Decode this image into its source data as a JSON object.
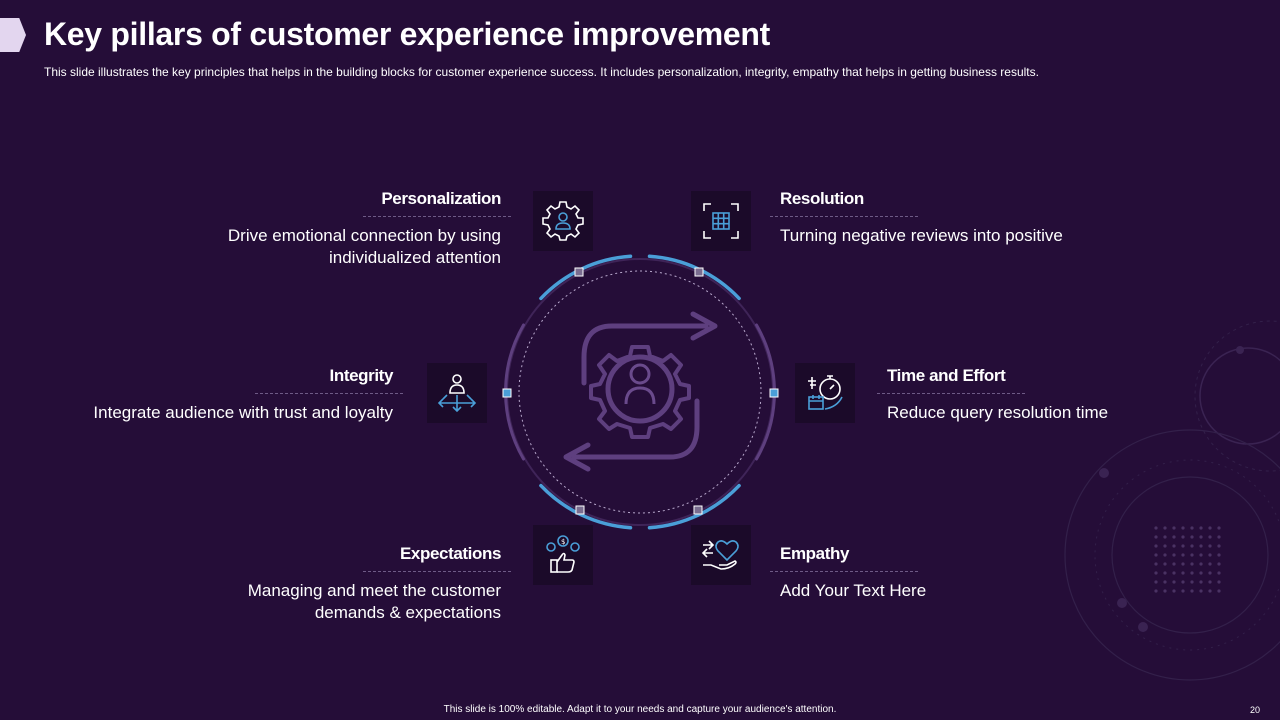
{
  "header": {
    "title": "Key pillars of customer experience improvement",
    "subtitle": "This slide illustrates the key principles that helps in the building blocks for customer experience success. It includes personalization, integrity, empathy that helps in getting business results."
  },
  "pillars": [
    {
      "id": "personalization",
      "title": "Personalization",
      "description": "Drive emotional connection by using individualized attention",
      "icon": "gear-user-icon"
    },
    {
      "id": "resolution",
      "title": "Resolution",
      "description": "Turning negative reviews into positive",
      "icon": "scan-grid-icon"
    },
    {
      "id": "integrity",
      "title": "Integrity",
      "description": "Integrate audience with trust and loyalty",
      "icon": "person-arrows-icon"
    },
    {
      "id": "time-effort",
      "title": "Time and Effort",
      "description": "Reduce query resolution time",
      "icon": "stopwatch-calendar-icon"
    },
    {
      "id": "expectations",
      "title": "Expectations",
      "description": "Managing and meet the customer demands & expectations",
      "icon": "money-thumbs-up-icon"
    },
    {
      "id": "empathy",
      "title": "Empathy",
      "description": "Add Your Text Here",
      "icon": "heart-hand-icon"
    }
  ],
  "footer": {
    "note": "This slide is 100% editable. Adapt it to your needs and capture your audience's attention.",
    "page_number": "20"
  },
  "colors": {
    "background": "#250d38",
    "icon_box": "#1b0a29",
    "accent_blue": "#4a9fd8",
    "accent_purple": "#5e3f7f",
    "text": "#ffffff"
  }
}
